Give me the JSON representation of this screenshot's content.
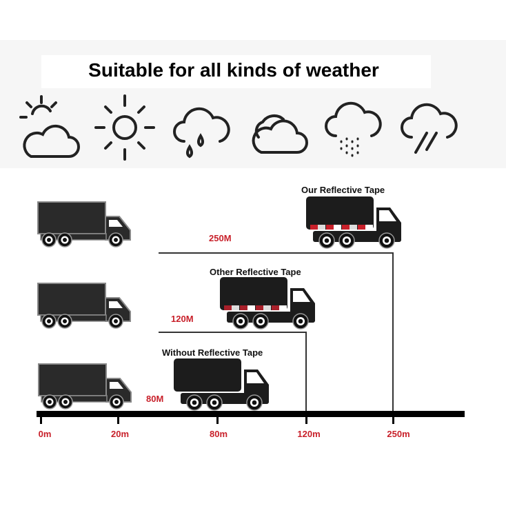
{
  "header": {
    "title": "Suitable for all kinds of weather"
  },
  "weather_icons": [
    "partly-sunny-icon",
    "sun-icon",
    "rain-cloud-icon",
    "cloud-icon",
    "snow-cloud-icon",
    "thunderstorm-icon"
  ],
  "comparisons": [
    {
      "label": "Our Reflective Tape",
      "distance_label": "250M",
      "distance_m": 250,
      "tape": true,
      "tape_color": "#c8202a"
    },
    {
      "label": "Other Reflective Tape",
      "distance_label": "120M",
      "distance_m": 120,
      "tape": true,
      "tape_color": "#a8202a"
    },
    {
      "label": "Without Reflective Tape",
      "distance_label": "80M",
      "distance_m": 80,
      "tape": false
    }
  ],
  "axis": {
    "ticks": [
      "0m",
      "20m",
      "80m",
      "120m",
      "250m"
    ]
  },
  "colors": {
    "accent": "#c8202a",
    "truck": "#1c1c1c"
  }
}
